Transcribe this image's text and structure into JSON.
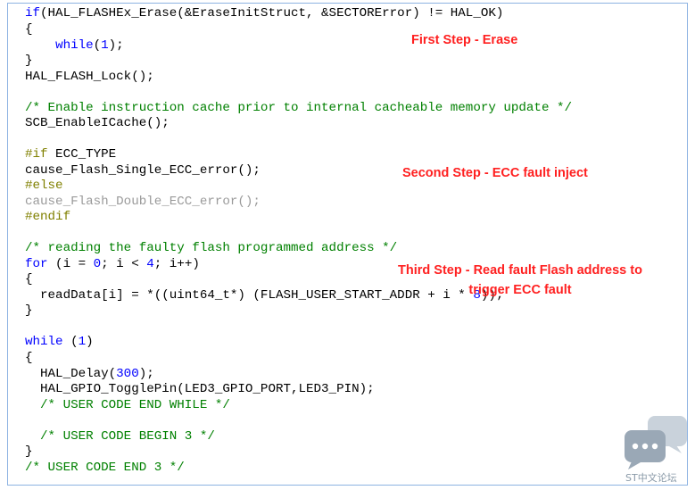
{
  "code_lines": [
    {
      "segments": [
        [
          "kw",
          "if"
        ],
        [
          "",
          "(HAL_FLASHEx_Erase(&EraseInitStruct, &SECTORError) != HAL_OK)"
        ]
      ]
    },
    {
      "segments": [
        [
          "",
          "{"
        ]
      ]
    },
    {
      "segments": [
        [
          "",
          "    "
        ],
        [
          "kw",
          "while"
        ],
        [
          "",
          "("
        ],
        [
          "num",
          "1"
        ],
        [
          "",
          ");"
        ]
      ]
    },
    {
      "segments": [
        [
          "",
          "}"
        ]
      ]
    },
    {
      "segments": [
        [
          "",
          "HAL_FLASH_Lock();"
        ]
      ]
    },
    {
      "segments": [
        [
          "",
          ""
        ]
      ]
    },
    {
      "segments": [
        [
          "cm",
          "/* Enable instruction cache prior to internal cacheable memory update */"
        ]
      ]
    },
    {
      "segments": [
        [
          "",
          "SCB_EnableICache();"
        ]
      ]
    },
    {
      "segments": [
        [
          "",
          ""
        ]
      ]
    },
    {
      "segments": [
        [
          "pp",
          "#if"
        ],
        [
          "",
          " ECC_TYPE"
        ]
      ]
    },
    {
      "segments": [
        [
          "",
          "cause_Flash_Single_ECC_error();"
        ]
      ]
    },
    {
      "segments": [
        [
          "pp",
          "#else"
        ]
      ]
    },
    {
      "segments": [
        [
          "dim",
          "cause_Flash_Double_ECC_error();"
        ]
      ]
    },
    {
      "segments": [
        [
          "pp",
          "#endif"
        ]
      ]
    },
    {
      "segments": [
        [
          "",
          ""
        ]
      ]
    },
    {
      "segments": [
        [
          "cm",
          "/* reading the faulty flash programmed address */"
        ]
      ]
    },
    {
      "segments": [
        [
          "kw",
          "for"
        ],
        [
          "",
          " (i = "
        ],
        [
          "num",
          "0"
        ],
        [
          "",
          "; i < "
        ],
        [
          "num",
          "4"
        ],
        [
          "",
          "; i++)"
        ]
      ]
    },
    {
      "segments": [
        [
          "",
          "{"
        ]
      ]
    },
    {
      "segments": [
        [
          "",
          "  readData[i] = *((uint64_t*) (FLASH_USER_START_ADDR + i * "
        ],
        [
          "num",
          "8"
        ],
        [
          "",
          "));"
        ]
      ]
    },
    {
      "segments": [
        [
          "",
          "}"
        ]
      ]
    },
    {
      "segments": [
        [
          "",
          ""
        ]
      ]
    },
    {
      "segments": [
        [
          "kw",
          "while"
        ],
        [
          "",
          " ("
        ],
        [
          "num",
          "1"
        ],
        [
          "",
          ")"
        ]
      ]
    },
    {
      "segments": [
        [
          "",
          "{"
        ]
      ]
    },
    {
      "segments": [
        [
          "",
          "  HAL_Delay("
        ],
        [
          "num",
          "300"
        ],
        [
          "",
          ");"
        ]
      ]
    },
    {
      "segments": [
        [
          "",
          "  HAL_GPIO_TogglePin(LED3_GPIO_PORT,LED3_PIN);"
        ]
      ]
    },
    {
      "segments": [
        [
          "",
          "  "
        ],
        [
          "cm",
          "/* USER CODE END WHILE */"
        ]
      ]
    },
    {
      "segments": [
        [
          "",
          ""
        ]
      ]
    },
    {
      "segments": [
        [
          "",
          "  "
        ],
        [
          "cm",
          "/* USER CODE BEGIN 3 */"
        ]
      ]
    },
    {
      "segments": [
        [
          "",
          "}"
        ]
      ]
    },
    {
      "segments": [
        [
          "cm",
          "/* USER CODE END 3 */"
        ]
      ]
    }
  ],
  "annotations": {
    "step1": "First Step - Erase",
    "step2": "Second Step - ECC fault inject",
    "step3_line1": "Third Step - Read fault Flash address to",
    "step3_line2": "trigger ECC fault"
  },
  "watermark": {
    "text": "ST中文论坛",
    "icon": "chat-bubbles-icon"
  },
  "colors": {
    "keyword": "#0000ff",
    "comment": "#008000",
    "preprocessor": "#808000",
    "inactive": "#9a9a9a",
    "annotation": "#ff2020",
    "frame_border": "#8db3e2"
  }
}
